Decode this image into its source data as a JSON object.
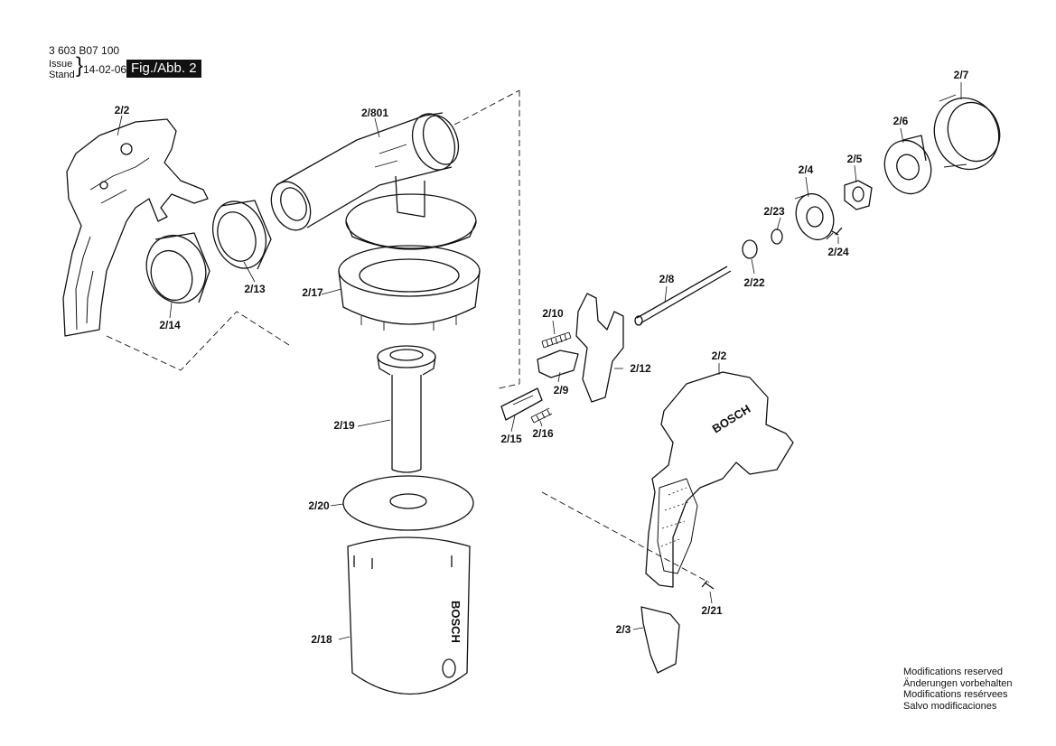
{
  "header": {
    "doc_number": "3 603 B07 100",
    "issue_label": "Issue",
    "stand_label": "Stand",
    "date": "14-02-06",
    "figure": "Fig./Abb. 2"
  },
  "parts": [
    {
      "id": "2/2"
    },
    {
      "id": "2/801"
    },
    {
      "id": "2/13"
    },
    {
      "id": "2/14"
    },
    {
      "id": "2/17"
    },
    {
      "id": "2/19"
    },
    {
      "id": "2/20"
    },
    {
      "id": "2/18"
    },
    {
      "id": "2/7"
    },
    {
      "id": "2/6"
    },
    {
      "id": "2/5"
    },
    {
      "id": "2/4"
    },
    {
      "id": "2/23"
    },
    {
      "id": "2/24"
    },
    {
      "id": "2/22"
    },
    {
      "id": "2/8"
    },
    {
      "id": "2/10"
    },
    {
      "id": "2/12"
    },
    {
      "id": "2/9"
    },
    {
      "id": "2/15"
    },
    {
      "id": "2/16"
    },
    {
      "id": "2/2"
    },
    {
      "id": "2/21"
    },
    {
      "id": "2/3"
    }
  ],
  "brand_marks": [
    "BOSCH",
    "BOSCH"
  ],
  "footer": {
    "lines": [
      "Modifications reserved",
      "Änderungen vorbehalten",
      "Modifications resérvees",
      "Salvo modificaciones"
    ]
  }
}
